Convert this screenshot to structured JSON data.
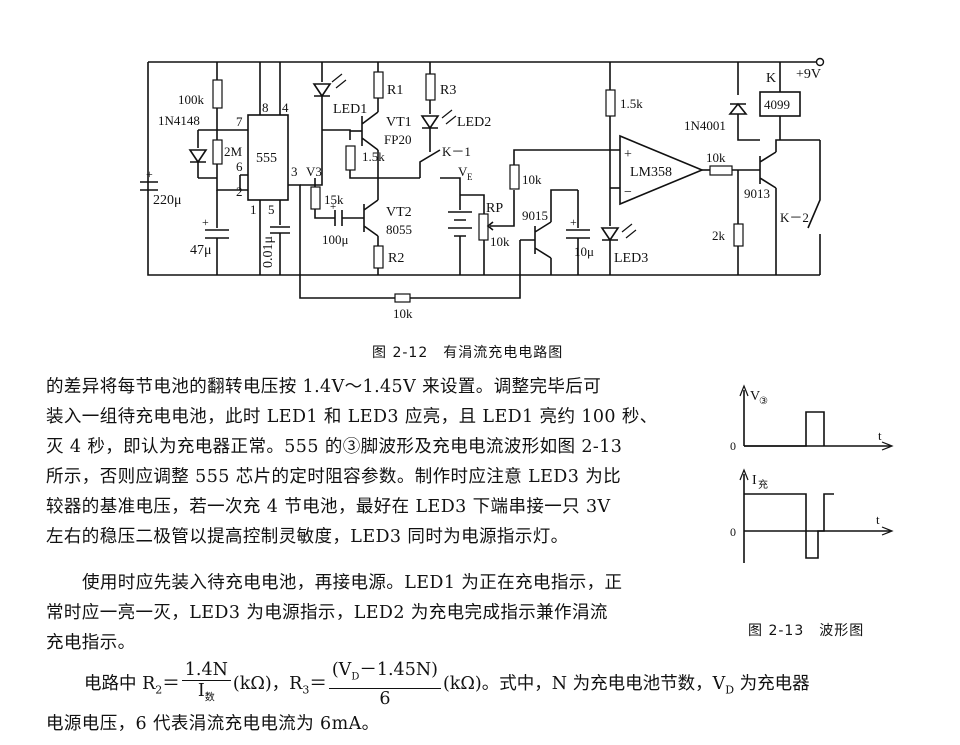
{
  "circuit": {
    "labels": {
      "r100k": "100k",
      "d1n4148": "1N4148",
      "r2m": "2M",
      "cap220u": "220μ",
      "cap47u": "47μ",
      "cap001u": "0.01μ",
      "ic555": "555",
      "pin8": "8",
      "pin4": "4",
      "pin7": "7",
      "pin6": "6",
      "pin2": "2",
      "pin3": "3",
      "pin1": "1",
      "pin5": "5",
      "v3": "V3",
      "led1": "LED1",
      "r1": "R1",
      "vt1": "VT1",
      "fp20": "FP20",
      "r15k_a": "1.5k",
      "r15k_b": "15k",
      "cap100u": "100μ",
      "vt2": "VT2",
      "t8055": "8055",
      "r2": "R2",
      "r3": "R3",
      "led2": "LED2",
      "k1": "K－1",
      "ve": "V",
      "ve_sub": "E",
      "rp": "RP",
      "r10k_rp": "10k",
      "r10k_a": "10k",
      "t9015": "9015",
      "r15k_c": "1.5k",
      "lm358": "LM358",
      "plus": "+",
      "minus": "−",
      "cap10u": "10μ",
      "led3": "LED3",
      "r10k_b": "10k",
      "k": "K",
      "plus9v": "+9V",
      "ic4099": "4099",
      "d1n4001": "1N4001",
      "t9013": "9013",
      "r2k": "2k",
      "k2": "K－2",
      "r10k_bottom": "10k"
    }
  },
  "figure_212_caption": "图 2-12　有涓流充电电路图",
  "waveform": {
    "v3_label": "V",
    "v3_sub": "③",
    "i_label": "I",
    "i_sub": "充",
    "t1": "t",
    "t2": "t",
    "zero1": "0",
    "zero2": "0",
    "caption": "图 2-13　波形图"
  },
  "text": {
    "lines": [
      "的差异将每节电池的翻转电压按 1.4V～1.45V 来设置。调整完毕后可",
      "装入一组待充电电池，此时 LED1 和 LED3 应亮，且 LED1 亮约 100 秒、",
      "灭 4 秒，即认为充电器正常。555 的③脚波形及充电电流波形如图 2-13",
      "所示，否则应调整 555 芯片的定时阻容参数。制作时应注意 LED3 为比",
      "较器的基准电压，若一次充 4 节电池，最好在 LED3 下端串接一只 3V",
      "左右的稳压二极管以提高控制灵敏度，LED3 同时为电源指示灯。"
    ],
    "para2": [
      "使用时应先装入待充电电池，再接电源。LED1 为正在充电指示，正",
      "常时应一亮一灭，LED3 为电源指示，LED2 为充电完成指示兼作涓流",
      "充电指示。"
    ],
    "formula": {
      "prefix": "电路中 R",
      "r2_sub": "2",
      "eq": "＝",
      "num1": "1.4N",
      "den1": "I",
      "den1_sub": "数",
      "unit1": "(kΩ)，R",
      "r3_sub": "3",
      "eq2": "＝",
      "num2": "(V",
      "num2_sub": "D",
      "num2_rest": "－1.45N)",
      "den2": "6",
      "unit2": "(kΩ)。式中，N 为充电电池节数，V",
      "vd_sub": "D",
      "suffix": " 为充电器"
    },
    "last_line": "电源电压，6 代表涓流充电电流为 6mA。"
  }
}
